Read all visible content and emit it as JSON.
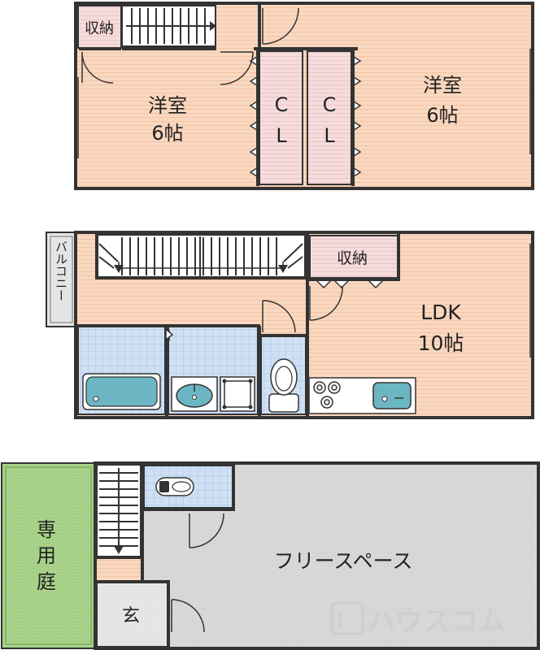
{
  "floor3": {
    "storage": "収納",
    "left_room": [
      "洋室",
      "6帖"
    ],
    "right_room": [
      "洋室",
      "6帖"
    ],
    "closet_a": [
      "C",
      "L"
    ],
    "closet_b": [
      "C",
      "L"
    ]
  },
  "floor2": {
    "balcony": "バルコニー",
    "storage": "収納",
    "ldk": [
      "LDK",
      "10帖"
    ]
  },
  "floor1": {
    "garden": [
      "専",
      "用",
      "庭"
    ],
    "free_space": "フリースペース",
    "entrance": "玄"
  },
  "watermark": "ハウスコム",
  "colors": {
    "room_floor": "#fad8c0",
    "closet": "#f6dcdc",
    "wet_area": "#cfe0f4",
    "garden": "#a9d38a",
    "free_space": "#d8d8d8",
    "entrance": "#e4e4e4",
    "wall": "#333333"
  }
}
